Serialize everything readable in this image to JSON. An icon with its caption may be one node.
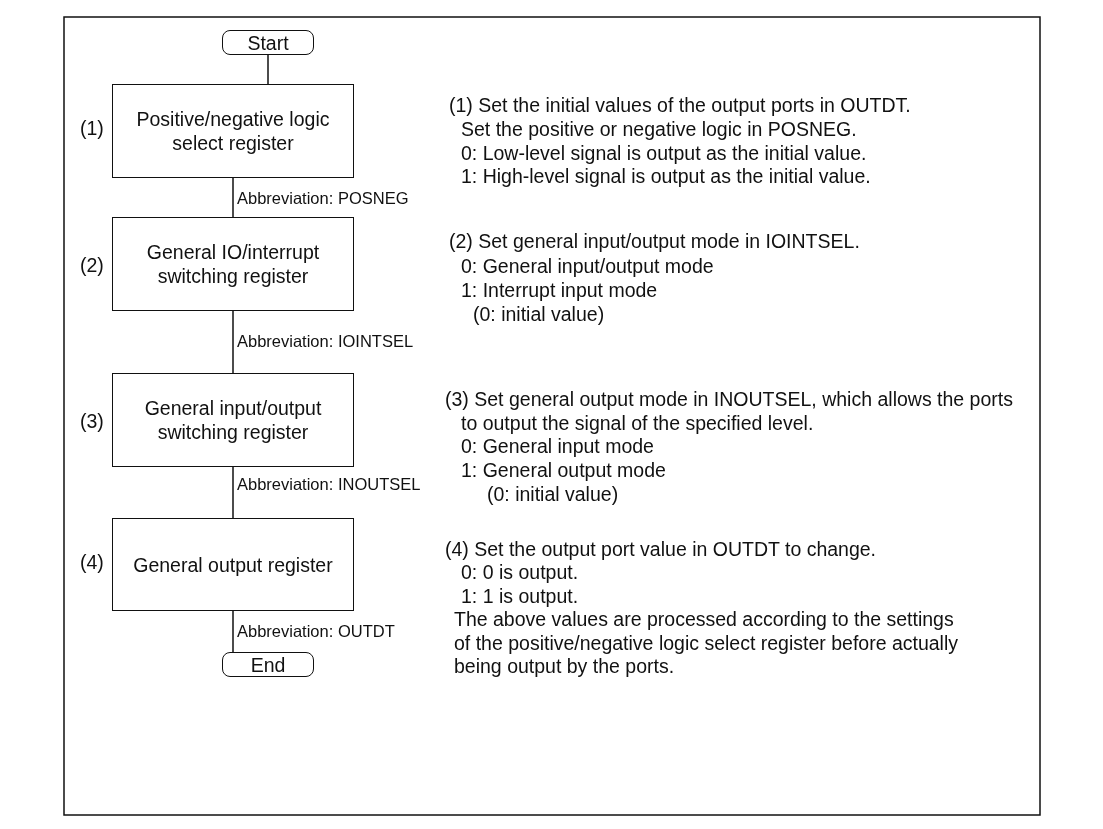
{
  "diagram": {
    "nodes": [
      {
        "text": [
          "Start"
        ]
      },
      {
        "text": [
          "Positive/negative logic select register"
        ],
        "beside": [
          "Abbreviation: POSNEG"
        ]
      },
      {
        "text": [
          "General IO/interrupt switching register"
        ],
        "beside": [
          "Abbreviation: IOINTSEL"
        ]
      },
      {
        "text": [
          "General input/output switching register"
        ],
        "beside": [
          "Abbreviation: INOUTSEL"
        ]
      },
      {
        "text": [
          "General output register"
        ],
        "beside": [
          "Abbreviation: OUTDT"
        ]
      },
      {
        "text": [
          "End"
        ]
      }
    ],
    "edges": [
      {
        "from": 0,
        "to": 1,
        "arrow": "none"
      },
      {
        "from": 1,
        "to": 2,
        "arrow": "none"
      },
      {
        "from": 2,
        "to": 3,
        "arrow": "none"
      },
      {
        "from": 3,
        "to": 4,
        "arrow": "none"
      },
      {
        "from": 4,
        "to": 5,
        "arrow": "none"
      }
    ],
    "labels": [
      "(1)",
      "(1) Set the initial values of the output ports in OUTDT.",
      "Set the positive or negative logic in POSNEG.",
      "0: Low-level signal is output as the initial value.",
      "1: High-level signal is output as the initial value.",
      "(2)",
      "(2) Set general input/output mode in IOINTSEL.",
      "0: General input/output mode",
      "1: Interrupt input mode",
      "(0: initial value)",
      "(3)",
      "(3) Set general output mode in INOUTSEL, which allows the ports to output the signal of the specified level.",
      "0: General input mode",
      "1: General output mode",
      "(0: initial value)",
      "(4)",
      "(4) Set the output port value in OUTDT to change.",
      "0: 0 is output.",
      "1: 1 is output.",
      "The above values are processed according to the settings of the positive/negative logic select register before actually being output by the ports."
    ]
  }
}
